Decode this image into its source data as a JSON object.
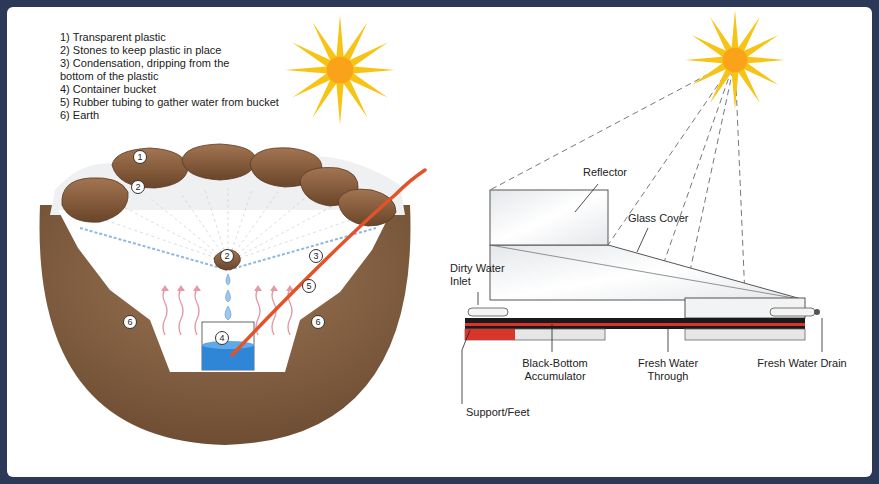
{
  "diagram": {
    "nodes": [
      {
        "text": [
          "1"
        ]
      },
      {
        "text": [
          "2"
        ]
      },
      {
        "text": [
          "2"
        ]
      },
      {
        "text": [
          "3"
        ]
      },
      {
        "text": [
          "5"
        ]
      },
      {
        "text": [
          "6"
        ]
      },
      {
        "text": [
          "4"
        ]
      },
      {
        "text": [
          "6"
        ]
      }
    ],
    "labels": [
      "1) Transparent plastic",
      "2) Stones to keep plastic in place",
      "3) Condensation, dripping from the bottom of the plastic",
      "4) Container bucket",
      "5) Rubber tubing to gather water from bucket",
      "6) Earth",
      "Reflector",
      "Glass Cover",
      "Dirty Water Inlet",
      "Black-Bottom Accumulator",
      "Fresh Water Through",
      "Fresh Water Drain",
      "Support/Feet"
    ]
  }
}
